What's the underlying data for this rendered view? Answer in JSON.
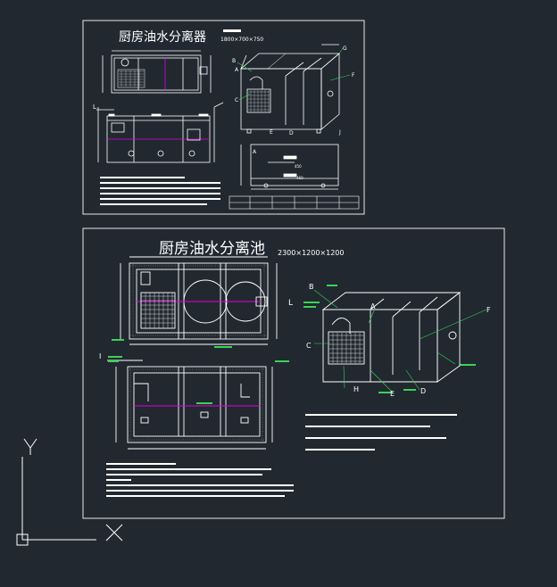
{
  "sheet1": {
    "title": "厨房油水分离器",
    "dims": "1800×700×750",
    "callouts": [
      "G",
      "B",
      "A",
      "F",
      "C",
      "D",
      "E",
      "J",
      "L",
      "A",
      "450",
      "460"
    ]
  },
  "sheet2": {
    "title": "厨房油水分离池",
    "dims": "2300×1200×1200",
    "callouts": [
      "B",
      "A",
      "F",
      "C",
      "E",
      "D",
      "H",
      "L",
      "I"
    ]
  },
  "ucs": {
    "y_label": "Y",
    "x_label": "X"
  },
  "colors": {
    "background": "#212830",
    "lines": "#ffffff",
    "magenta": "#e000e0",
    "green": "#39d353"
  }
}
